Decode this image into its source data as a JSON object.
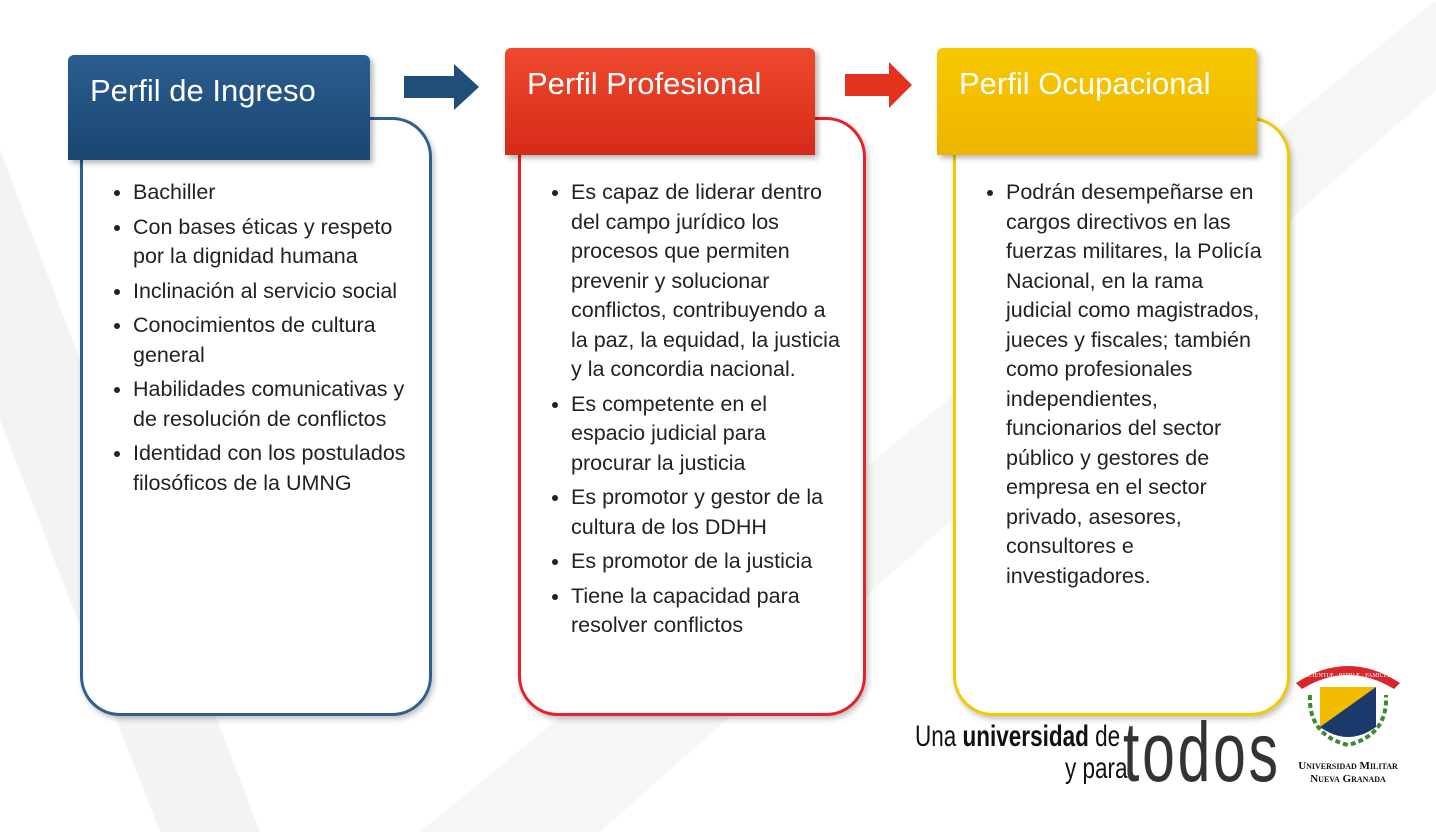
{
  "columns": [
    {
      "title": "Perfil de Ingreso",
      "color": "#1f4e79",
      "items": [
        "Bachiller",
        "Con bases éticas y respeto por la dignidad humana",
        "Inclinación al servicio social",
        "Conocimientos de cultura general",
        "Habilidades comunicativas y de resolución de conflictos",
        "Identidad con los postulados filosóficos de la UMNG"
      ]
    },
    {
      "title": "Perfil Profesional",
      "color": "#e5321f",
      "items": [
        "Es capaz de liderar dentro del campo jurídico los procesos que permiten prevenir y solucionar conflictos, contribuyendo a la paz, la equidad, la justicia y la concordia nacional.",
        "Es competente en el espacio judicial para procurar la justicia",
        "Es promotor y gestor de la cultura de los DDHH",
        "Es promotor de la justicia",
        "Tiene la capacidad para resolver conflictos"
      ]
    },
    {
      "title": "Perfil Ocupacional",
      "color": "#f2bd00",
      "items": [
        "Podrán desempeñarse en cargos directivos en las fuerzas militares, la Policía Nacional, en la rama judicial como magistrados, jueces y fiscales; también como profesionales independientes, funcionarios del sector público y gestores de empresa en el sector privado, asesores, consultores e investigadores."
      ]
    }
  ],
  "tagline": {
    "una": "Una",
    "universidad": "universidad",
    "de": "de",
    "y_para": "y para",
    "todos": "todos"
  },
  "logo": {
    "motto": "SCIENTIÆ · PATRIÆ · FAMILIÆ",
    "name1": "Universidad Militar",
    "name2": "Nueva Granada"
  }
}
